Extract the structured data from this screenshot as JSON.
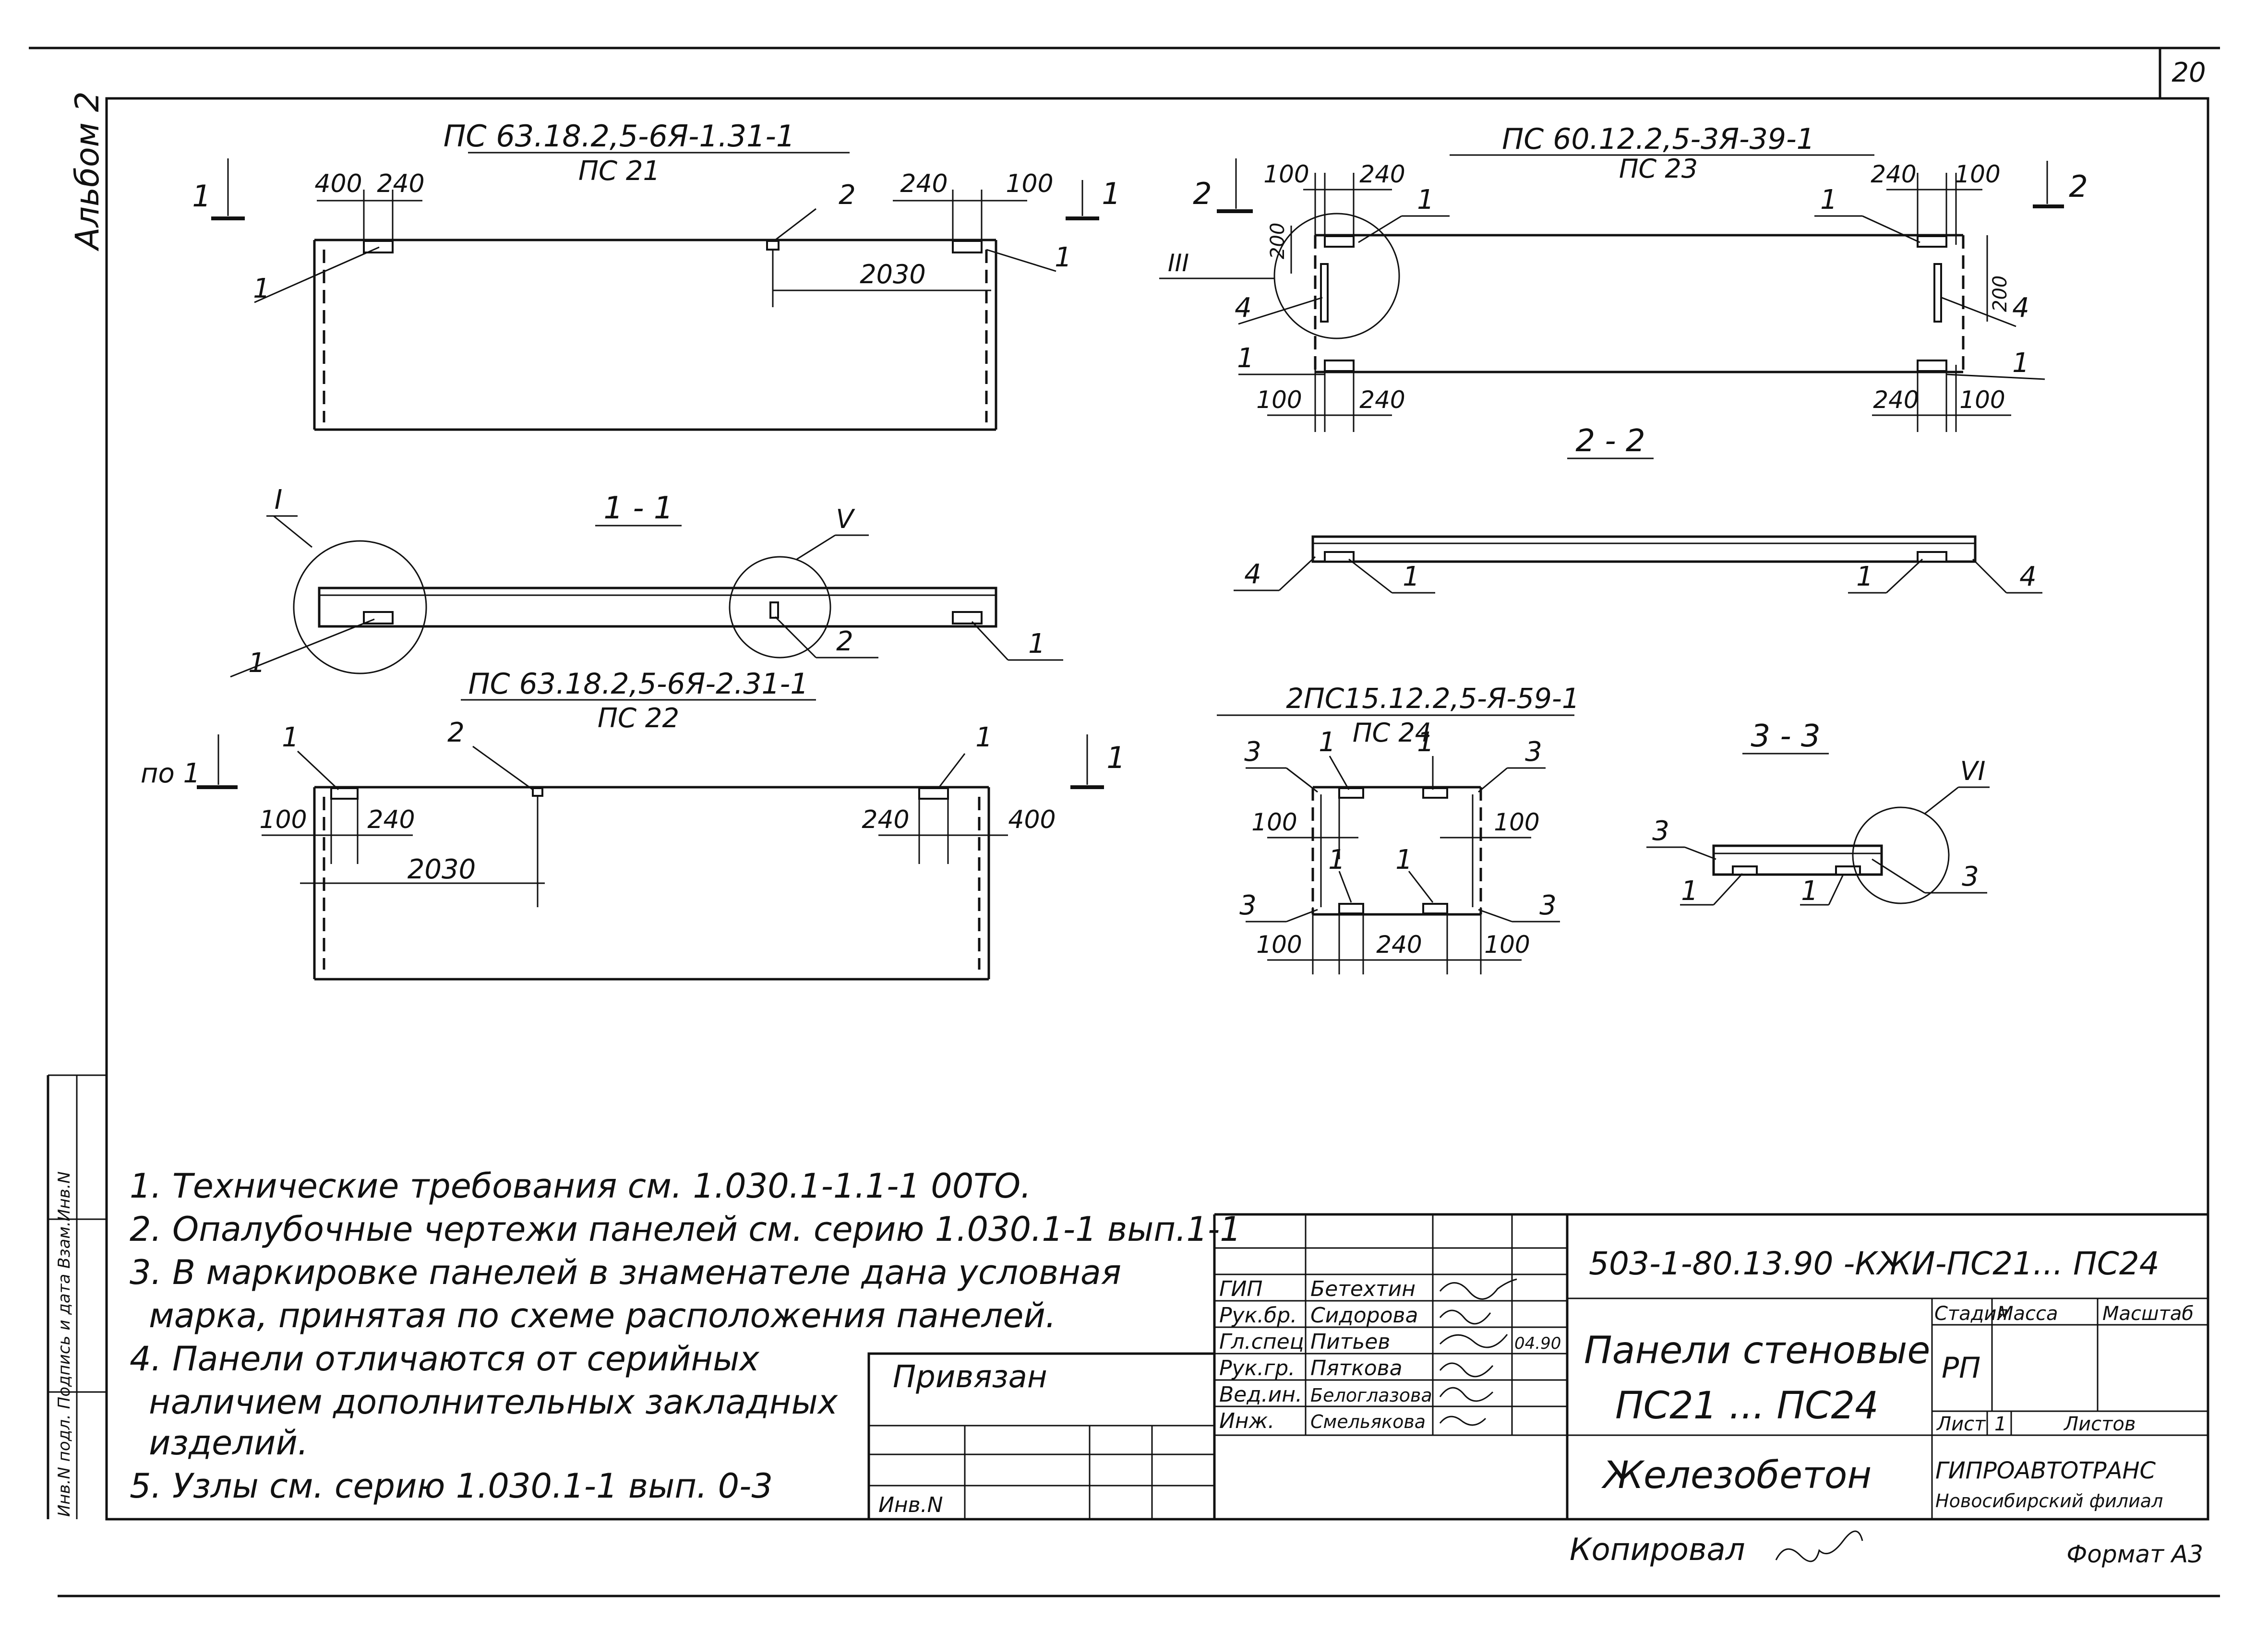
{
  "sheet": {
    "page_number": "20",
    "album_label": "Альбом 2",
    "format_label": "Формат А3",
    "copied_by_label": "Копировал"
  },
  "drawings": {
    "ps21": {
      "title": "ПС 63.18.2,5-6Я-1.31-1",
      "subtitle": "ПС 21",
      "section_mark": "1",
      "dims": [
        "400",
        "240",
        "240",
        "100",
        "2030"
      ],
      "callouts": [
        "1",
        "1",
        "2"
      ]
    },
    "ps22": {
      "title": "ПС 63.18.2,5-6Я-2.31-1",
      "subtitle": "ПС 22",
      "section_mark_left": "по 1",
      "section_mark_right": "1",
      "dims": [
        "100",
        "240",
        "2030",
        "240",
        "400"
      ],
      "callouts": [
        "1",
        "2",
        "1"
      ]
    },
    "ps23": {
      "title": "ПС 60.12.2,5-3Я-39-1",
      "subtitle": "ПС 23",
      "section_mark": "2",
      "dims": [
        "100",
        "240",
        "240",
        "100",
        "200",
        "100",
        "240",
        "240",
        "100",
        "200"
      ],
      "callouts": [
        "1",
        "1",
        "1",
        "1",
        "4",
        "4",
        "III"
      ]
    },
    "ps24": {
      "title": "2ПС15.12.2,5-Я-59-1",
      "subtitle": "ПС 24",
      "dims": [
        "100",
        "100",
        "100",
        "240",
        "100"
      ],
      "callouts": [
        "3",
        "1",
        "1",
        "3",
        "1",
        "1",
        "3",
        "3"
      ]
    },
    "section_1_1": {
      "title": "1 - 1",
      "node_left": "I",
      "node_right": "V",
      "callouts": [
        "1",
        "2",
        "1"
      ]
    },
    "section_2_2": {
      "title": "2 - 2",
      "callouts": [
        "4",
        "1",
        "1",
        "4"
      ]
    },
    "section_3_3": {
      "title": "3 - 3",
      "node": "VI",
      "callouts": [
        "3",
        "1",
        "1",
        "3"
      ]
    }
  },
  "notes": [
    "1. Технические  требования  см. 1.030.1-1.1-1 00ТО.",
    "2. Опалубочные  чертежи  панелей  см. серию 1.030.1-1 вып.1-1",
    "3. В маркировке  панелей в знаменателе  дана  условная",
    "марка, принятая  по схеме  расположения   панелей.",
    "4. Панели  отличаются  от серийных",
    "наличием дополнительных   закладных",
    "изделий.",
    "5. Узлы  см. серию  1.030.1-1 вып. 0-3"
  ],
  "binding_box": {
    "label": "Привязан",
    "inv_label": "Инв.N"
  },
  "side_stamp": "Инв.N подл. Подпись и дата Взам.Инв.N",
  "title_block": {
    "doc_code": "503-1-80.13.90  -КЖИ-ПС21... ПС24",
    "name_line1": "Панели  стеновые",
    "name_line2": "ПС21 ... ПС24",
    "material": "Железобетон",
    "stage_header": "Стадия",
    "mass_header": "Масса",
    "scale_header": "Масштаб",
    "stage_value": "РП",
    "sheet_label": "Лист",
    "sheet_value": "1",
    "sheets_label": "Листов",
    "org_line1": "ГИПРОАВТОТРАНС",
    "org_line2": "Новосибирский филиал",
    "signers": [
      {
        "role": "ГИП",
        "name": "Бетехтин"
      },
      {
        "role": "Рук.бр.",
        "name": "Сидорова"
      },
      {
        "role": "Гл.спец",
        "name": "Питьев"
      },
      {
        "role": "Рук.гр.",
        "name": "Пяткова"
      },
      {
        "role": "Вед.ин.",
        "name": "Белоглазова"
      },
      {
        "role": "Инж.",
        "name": "Смельякова"
      }
    ],
    "date_value": "04.90"
  }
}
